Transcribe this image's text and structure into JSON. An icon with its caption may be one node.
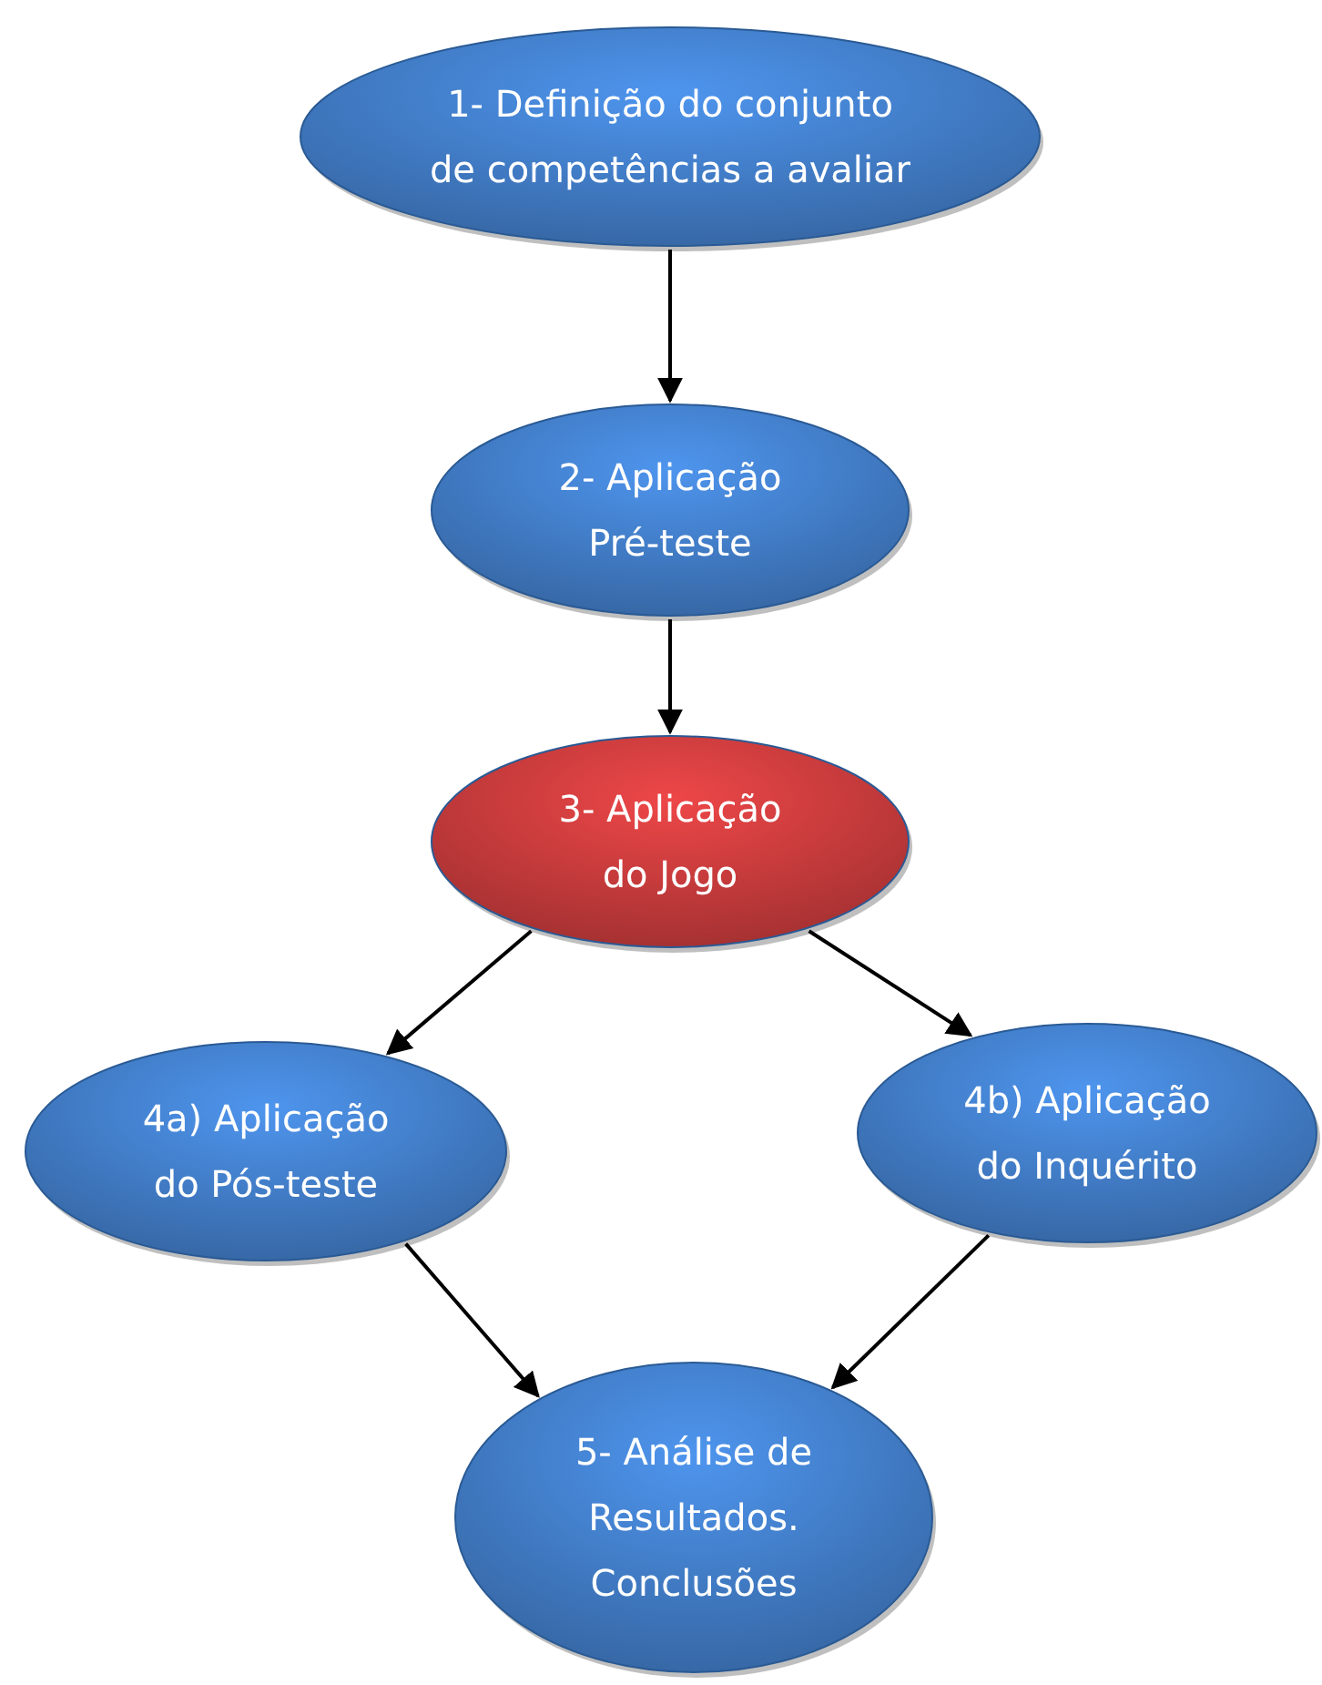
{
  "diagram": {
    "nodes": [
      {
        "text": [
          "1- Definição do conjunto de competências a avaliar"
        ]
      },
      {
        "text": [
          "2- Aplicação Pré-teste"
        ]
      },
      {
        "text": [
          "3- Aplicação do Jogo"
        ]
      },
      {
        "text": [
          "4a) Aplicação do Pós-teste"
        ]
      },
      {
        "text": [
          "4b) Aplicação do Inquérito"
        ]
      },
      {
        "text": [
          "5- Análise de Resultados. Conclusões"
        ]
      }
    ],
    "edges": [
      {
        "from": 0,
        "to": 1,
        "arrow": "to"
      },
      {
        "from": 1,
        "to": 2,
        "arrow": "to"
      },
      {
        "from": 2,
        "to": 3,
        "arrow": "to"
      },
      {
        "from": 2,
        "to": 4,
        "arrow": "to"
      },
      {
        "from": 3,
        "to": 5,
        "arrow": "to"
      },
      {
        "from": 4,
        "to": 5,
        "arrow": "to"
      }
    ]
  }
}
